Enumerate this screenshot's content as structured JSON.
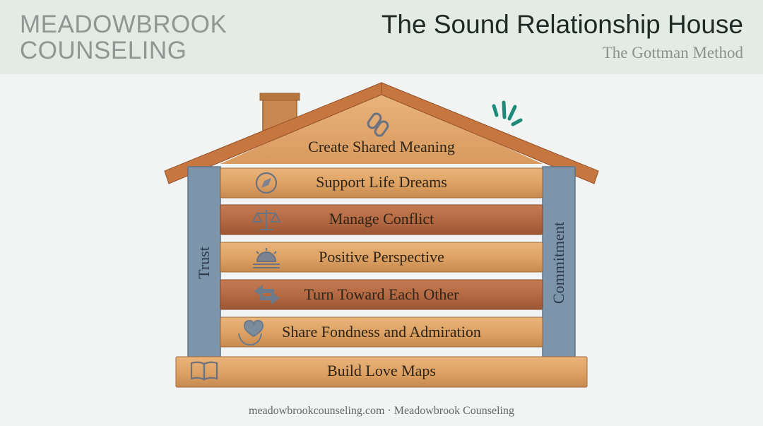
{
  "header": {
    "brand_line1": "MEADOWBROOK",
    "brand_line2": "COUNSELING",
    "title": "The Sound Relationship House",
    "subtitle": "The Gottman Method"
  },
  "house": {
    "roof": {
      "label": "Create Shared Meaning",
      "icon": "chain-link-icon"
    },
    "floors": [
      {
        "label": "Support Life Dreams",
        "icon": "compass-icon"
      },
      {
        "label": "Manage Conflict",
        "icon": "scales-icon"
      },
      {
        "label": "Positive Perspective",
        "icon": "sunrise-icon"
      },
      {
        "label": "Turn Toward Each Other",
        "icon": "exchange-arrows-icon"
      },
      {
        "label": "Share Fondness and Admiration",
        "icon": "heart-hands-icon"
      },
      {
        "label": "Build Love Maps",
        "icon": "open-book-icon"
      }
    ],
    "left_pillar": "Trust",
    "right_pillar": "Commitment"
  },
  "colors": {
    "wood_light": "#dea365",
    "wood_dark": "#b56a43",
    "pillar": "#7d95aa",
    "accent": "#1e8a7a"
  },
  "footer": {
    "text": "meadowbrookcounseling.com · Meadowbrook Counseling"
  }
}
